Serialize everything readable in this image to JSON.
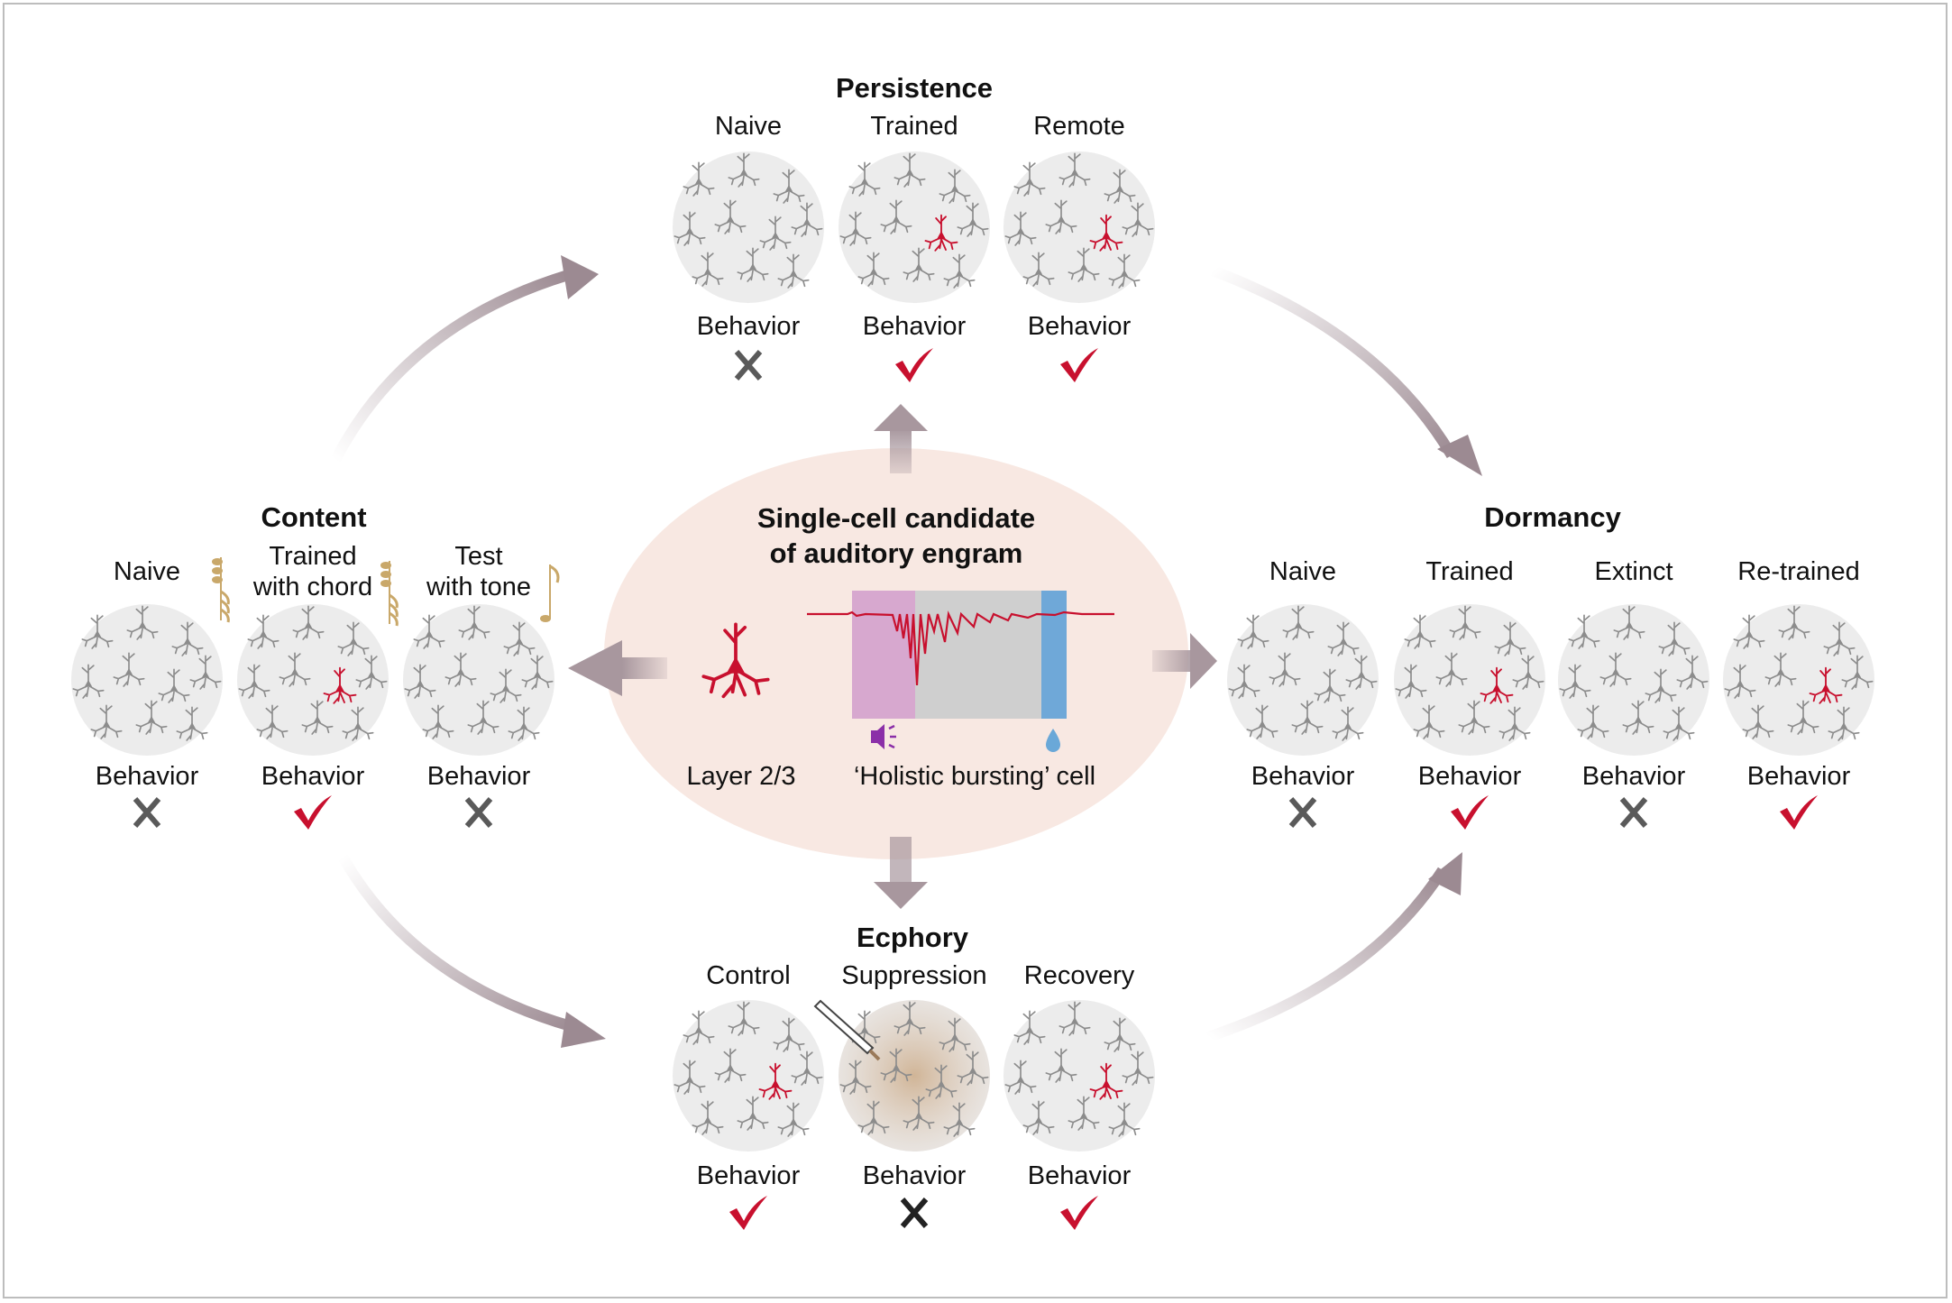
{
  "center": {
    "title_line1": "Single-cell candidate",
    "title_line2": "of auditory engram",
    "neuron_label": "Layer 2/3",
    "trace_label": "‘Holistic bursting’ cell"
  },
  "persistence": {
    "title": "Persistence",
    "groups": [
      {
        "label": "Naive",
        "behavior": "Behavior",
        "outcome": "x",
        "engram": false
      },
      {
        "label": "Trained",
        "behavior": "Behavior",
        "outcome": "check",
        "engram": true
      },
      {
        "label": "Remote",
        "behavior": "Behavior",
        "outcome": "check",
        "engram": true
      }
    ]
  },
  "content": {
    "title": "Content",
    "groups": [
      {
        "label": "Naive",
        "behavior": "Behavior",
        "outcome": "x",
        "engram": false
      },
      {
        "label_line1": "Trained",
        "label_line2": "with chord",
        "behavior": "Behavior",
        "outcome": "check",
        "engram": true
      },
      {
        "label_line1": "Test",
        "label_line2": "with tone",
        "behavior": "Behavior",
        "outcome": "x",
        "engram": false
      }
    ]
  },
  "dormancy": {
    "title": "Dormancy",
    "groups": [
      {
        "label": "Naive",
        "behavior": "Behavior",
        "outcome": "x",
        "engram": false
      },
      {
        "label": "Trained",
        "behavior": "Behavior",
        "outcome": "check",
        "engram": true
      },
      {
        "label": "Extinct",
        "behavior": "Behavior",
        "outcome": "x",
        "engram": false
      },
      {
        "label": "Re-trained",
        "behavior": "Behavior",
        "outcome": "check",
        "engram": true
      }
    ]
  },
  "ecphory": {
    "title": "Ecphory",
    "groups": [
      {
        "label": "Control",
        "behavior": "Behavior",
        "outcome": "check",
        "engram": true
      },
      {
        "label": "Suppression",
        "behavior": "Behavior",
        "outcome": "x",
        "engram": false
      },
      {
        "label": "Recovery",
        "behavior": "Behavior",
        "outcome": "check",
        "engram": true
      }
    ]
  },
  "colors": {
    "engram_red": "#c8102e",
    "neuron_gray": "#8c8c8c",
    "circle_fill": "#ececec",
    "arrow": "#a8979e",
    "center_fill": "#f8e8e2",
    "x_gray": "#5a5a5a",
    "chord_gold": "#c9a86a",
    "sound_purple": "#8b2fa8",
    "water_blue": "#6aa8d8"
  },
  "icons": [
    "speaker-icon",
    "water-drop-icon",
    "chord-icon",
    "tone-icon",
    "pipette-icon",
    "check-icon",
    "x-mark-icon"
  ]
}
